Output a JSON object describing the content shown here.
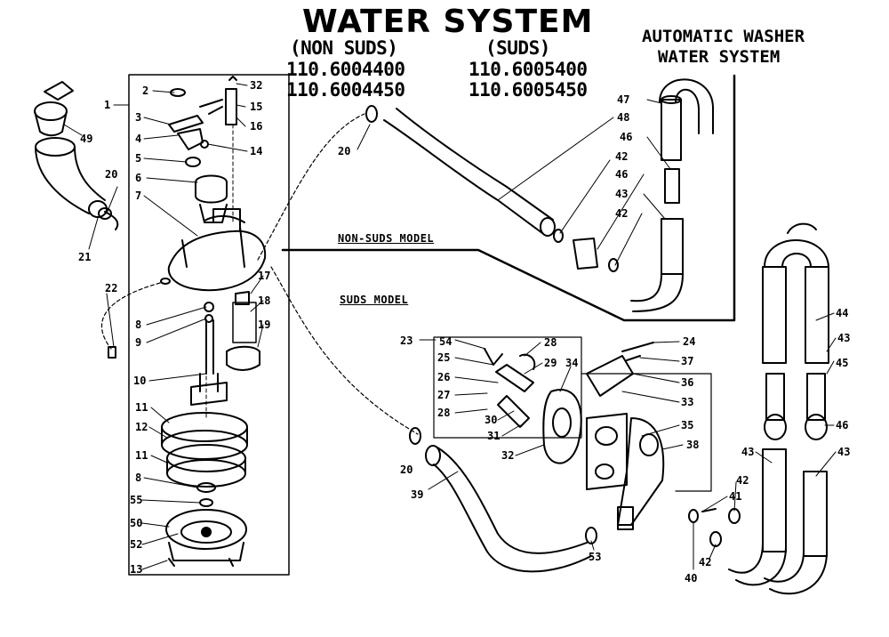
{
  "header": {
    "title": "WATER SYSTEM",
    "nonsuds_heading": "(NON SUDS)",
    "suds_heading": "(SUDS)",
    "nonsuds_models": [
      "110.6004400",
      "110.6004450"
    ],
    "suds_models": [
      "110.6005400",
      "110.6005450"
    ],
    "subtitle_lines": [
      "AUTOMATIC WASHER",
      "WATER SYSTEM"
    ]
  },
  "sections": {
    "non_suds_label": "NON-SUDS MODEL",
    "suds_label": "SUDS MODEL"
  },
  "callouts": [
    "1",
    "2",
    "3",
    "4",
    "5",
    "6",
    "7",
    "8",
    "9",
    "10",
    "11",
    "12",
    "11",
    "8",
    "55",
    "50",
    "52",
    "13",
    "14",
    "15",
    "16",
    "17",
    "18",
    "19",
    "20",
    "21",
    "22",
    "32",
    "49",
    "20",
    "20",
    "47",
    "48",
    "46",
    "42",
    "46",
    "43",
    "42",
    "23",
    "54",
    "25",
    "26",
    "27",
    "28",
    "28",
    "29",
    "30",
    "31",
    "32",
    "33",
    "34",
    "35",
    "36",
    "37",
    "24",
    "38",
    "39",
    "53",
    "41",
    "42",
    "40",
    "42",
    "43",
    "43",
    "44",
    "43",
    "45",
    "46"
  ]
}
